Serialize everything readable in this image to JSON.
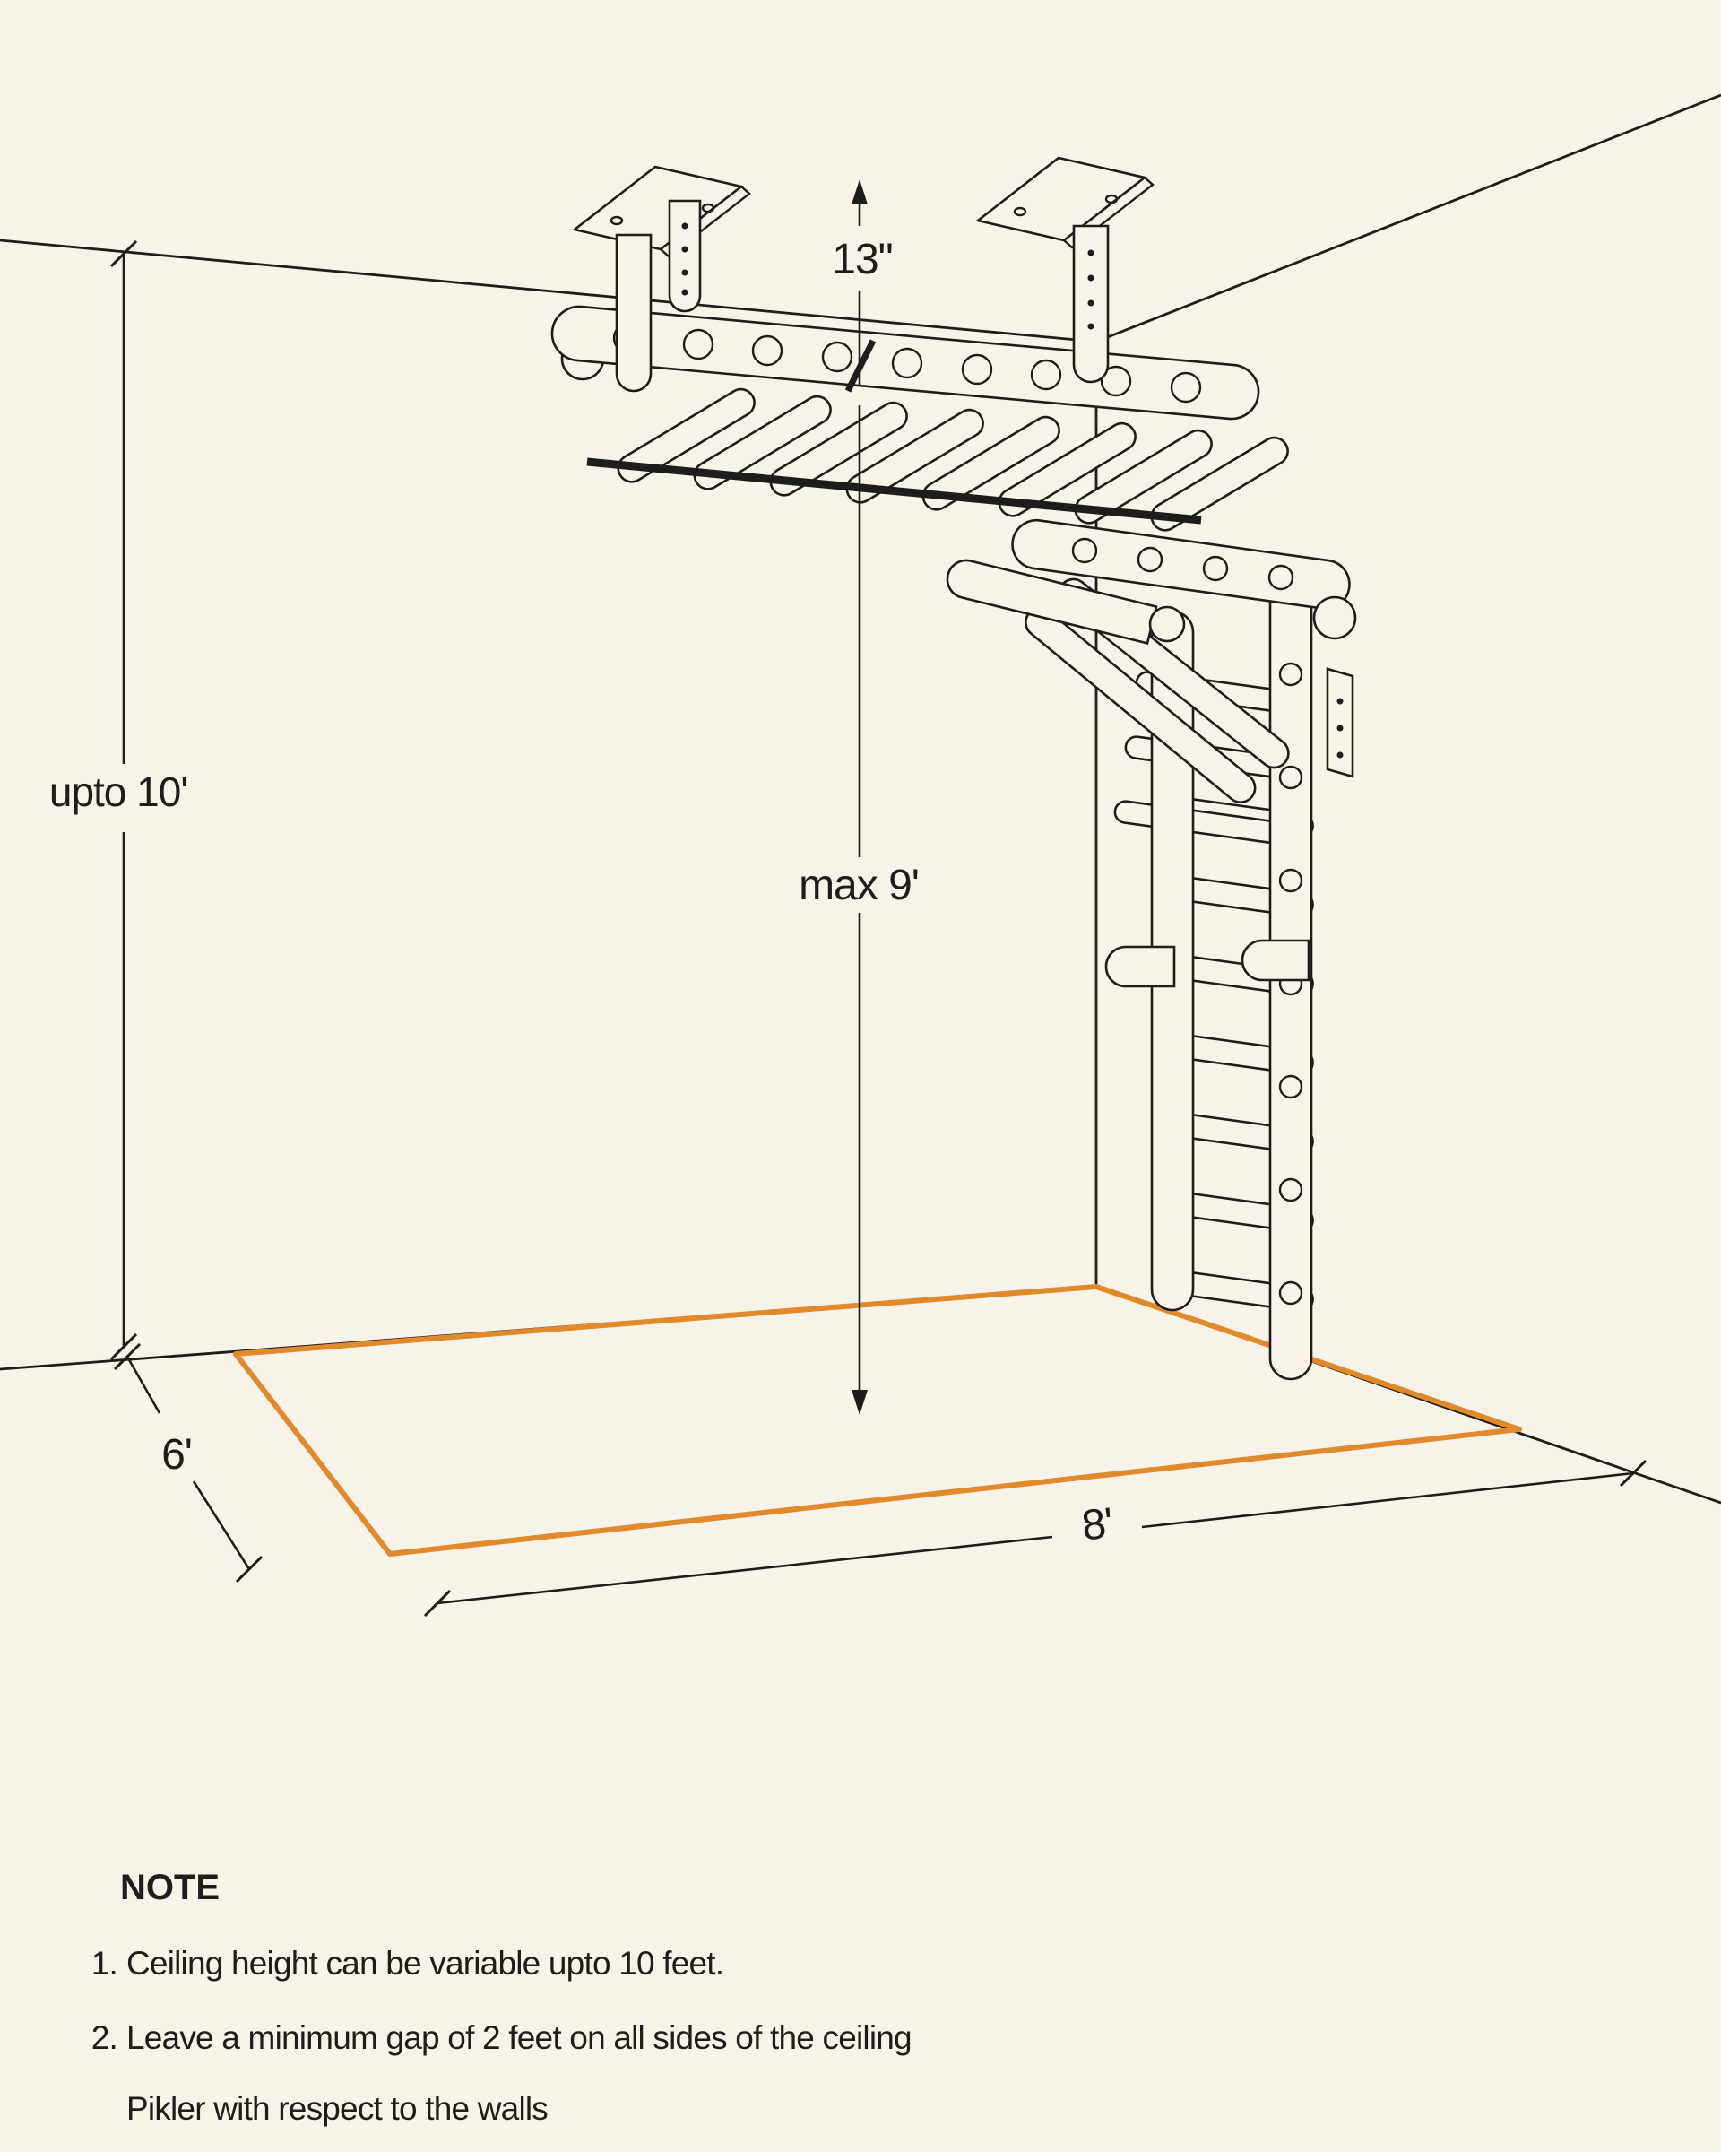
{
  "page": {
    "background_color": "#F7F3E8",
    "line_color": "#1D1D1B",
    "accent_color": "#E08A2C"
  },
  "diagram": {
    "dimensions": {
      "rack_drop": "13\"",
      "wall_height": "upto 10'",
      "clearance_height": "max 9'",
      "floor_depth": "6'",
      "floor_width": "8'"
    },
    "note": {
      "title": "NOTE",
      "item1_number": "1.",
      "item1_text": "Ceiling height can be variable upto 10 feet.",
      "item2_number": "2.",
      "item2_text": "Leave a minimum gap of 2 feet on all sides of the ceiling",
      "item2_text_cont": "Pikler with respect to the walls"
    }
  }
}
